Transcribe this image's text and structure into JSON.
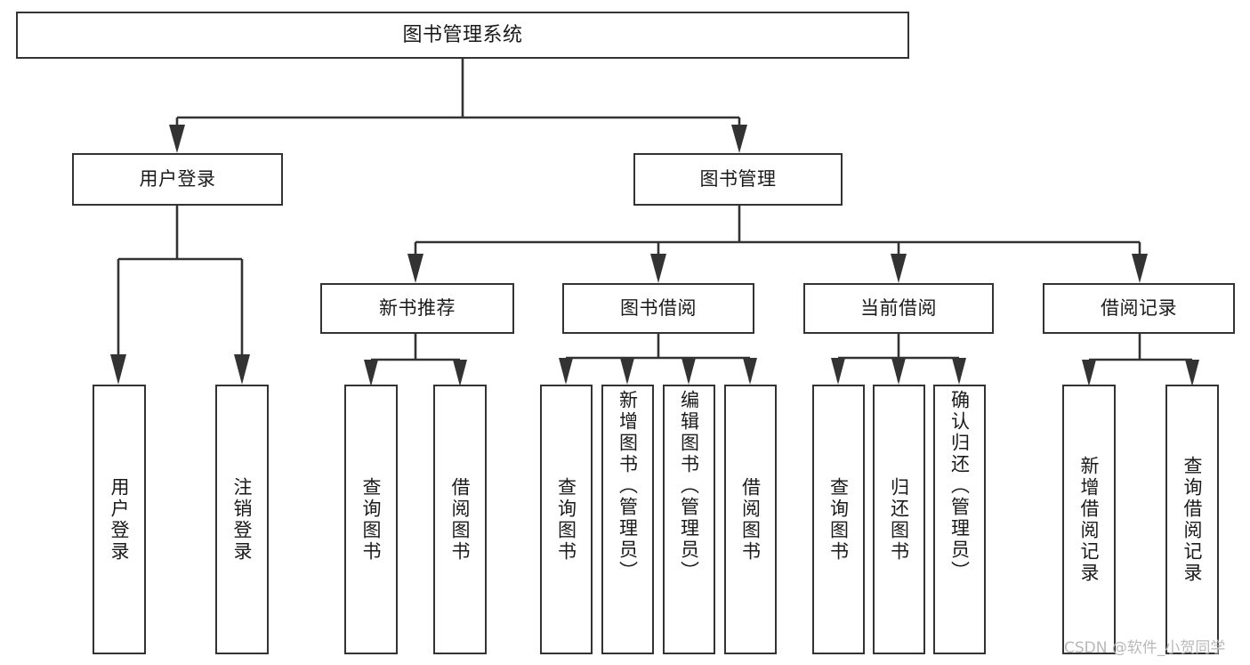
{
  "diagram": {
    "title": "图书管理系统",
    "type": "tree",
    "watermark": "CSDN @软件_小贺同学",
    "colors": {
      "box_border": "#333333",
      "box_fill": "#ffffff",
      "connector": "#333333",
      "text": "#1a1a1a",
      "watermark": "#b9b9b9",
      "page_background": "#ffffff"
    },
    "nodes": {
      "root": {
        "label": "图书管理系统"
      },
      "level1": [
        {
          "id": "user-login",
          "label": "用户登录"
        },
        {
          "id": "book-manage",
          "label": "图书管理"
        }
      ],
      "level2": [
        {
          "id": "new-book-recommend",
          "label": "新书推荐"
        },
        {
          "id": "book-borrow",
          "label": "图书借阅"
        },
        {
          "id": "current-borrow",
          "label": "当前借阅"
        },
        {
          "id": "borrow-record",
          "label": "借阅记录"
        }
      ],
      "leaves": {
        "user-login": [
          {
            "id": "leaf-user-login",
            "label": "用户登录"
          },
          {
            "id": "leaf-logout",
            "label": "注销登录"
          }
        ],
        "new-book-recommend": [
          {
            "id": "leaf-query-book-1",
            "label": "查询图书"
          },
          {
            "id": "leaf-borrow-book-1",
            "label": "借阅图书"
          }
        ],
        "book-borrow": [
          {
            "id": "leaf-query-book-2",
            "label": "查询图书"
          },
          {
            "id": "leaf-add-book",
            "label": "新增图书（管理员）"
          },
          {
            "id": "leaf-edit-book",
            "label": "编辑图书（管理员）"
          },
          {
            "id": "leaf-borrow-book-2",
            "label": "借阅图书"
          }
        ],
        "current-borrow": [
          {
            "id": "leaf-query-book-3",
            "label": "查询图书"
          },
          {
            "id": "leaf-return-book",
            "label": "归还图书"
          },
          {
            "id": "leaf-confirm-return",
            "label": "确认归还（管理员）"
          }
        ],
        "borrow-record": [
          {
            "id": "leaf-add-record",
            "label": "新增借阅记录"
          },
          {
            "id": "leaf-query-record",
            "label": "查询借阅记录"
          }
        ]
      }
    }
  }
}
